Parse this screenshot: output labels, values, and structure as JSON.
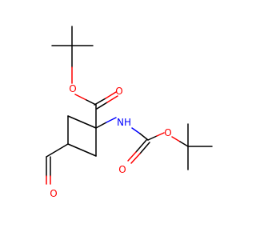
{
  "molecule": {
    "atoms": {
      "ester_o": "O",
      "carbonyl_o_top": "O",
      "nh": "NH",
      "carbonyl_o_boc": "O",
      "ether_o_boc": "O",
      "aldehyde_o": "O"
    },
    "colors": {
      "bond": "#000000",
      "oxygen": "#ff0000",
      "nitrogen": "#0000ff"
    }
  }
}
